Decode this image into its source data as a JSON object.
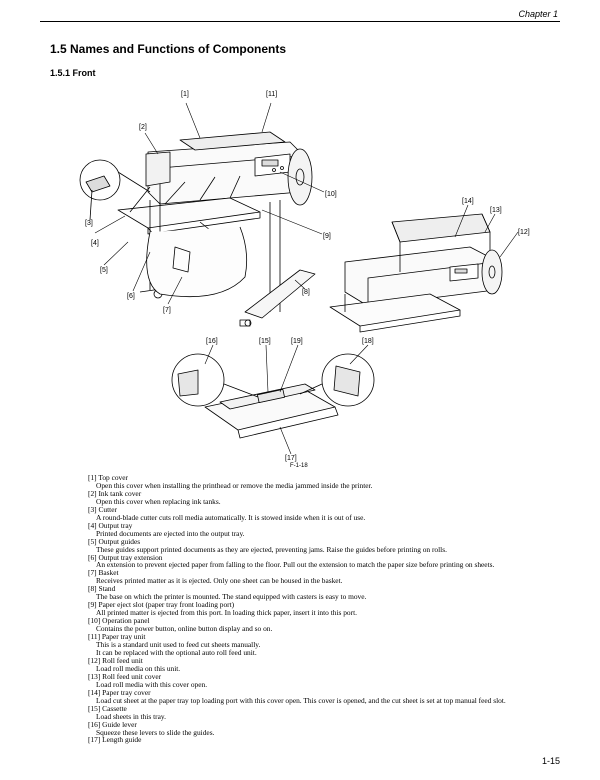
{
  "header": {
    "chapter": "Chapter 1"
  },
  "section_title": "1.5 Names and Functions of Components",
  "subsection_title": "1.5.1 Front",
  "figure": {
    "callouts": {
      "c1": "[1]",
      "c11": "[11]",
      "c2": "[2]",
      "c3": "[3]",
      "c4": "[4]",
      "c5": "[5]",
      "c6": "[6]",
      "c7": "[7]",
      "c8": "[8]",
      "c9": "[9]",
      "c10": "[10]",
      "c14": "[14]",
      "c13": "[13]",
      "c12": "[12]",
      "c16": "[16]",
      "c15": "[15]",
      "c19": "[19]",
      "c18": "[18]",
      "c17": "[17]"
    },
    "figure_id": "F-1-18"
  },
  "components": [
    {
      "term": "[1] Top cover",
      "def": "Open this cover when installing the printhead or remove the media jammed inside the printer."
    },
    {
      "term": "[2] Ink tank cover",
      "def": "Open this cover when replacing ink tanks."
    },
    {
      "term": "[3] Cutter",
      "def": "A round-blade cutter cuts roll media automatically. It is stowed inside when it is out of use."
    },
    {
      "term": "[4] Output tray",
      "def": "Printed documents are ejected into the output tray."
    },
    {
      "term": "[5] Output guides",
      "def": "These guides support printed documents as they are ejected, preventing jams. Raise the guides before printing on rolls."
    },
    {
      "term": "[6] Output tray extension",
      "def": "An extension to prevent ejected paper from falling to the floor. Pull out the extension to match the paper size before printing on sheets."
    },
    {
      "term": "[7] Basket",
      "def": "Receives printed matter as it is ejected. Only one sheet can be housed in the basket."
    },
    {
      "term": "[8] Stand",
      "def": "The base on which the printer is mounted. The stand equipped with casters is easy to move."
    },
    {
      "term": "[9] Paper eject slot (paper tray front loading port)",
      "def": "All printed matter is ejected from this port. In loading thick paper, insert it into this port."
    },
    {
      "term": "[10] Operation panel",
      "def": "Contains the power button, online button display and so on."
    },
    {
      "term": "[11] Paper tray unit",
      "def": "This is a standard unit used to feed cut sheets manually.\nIt can be replaced with the optional auto roll feed unit."
    },
    {
      "term": "[12] Roll feed unit",
      "def": "Load roll media on this unit."
    },
    {
      "term": "[13] Roll feed unit cover",
      "def": "Load roll media with this cover open."
    },
    {
      "term": "[14] Paper tray cover",
      "def": "Load cut sheet at the paper tray top loading port with this cover open. This cover is opened, and the cut sheet is set at top manual feed slot."
    },
    {
      "term": "[15] Cassette",
      "def": "Load sheets in this tray."
    },
    {
      "term": "[16] Guide lever",
      "def": "Squeeze these levers to slide the guides."
    },
    {
      "term": "[17] Length guide",
      "def": ""
    }
  ],
  "page_number": "1-15"
}
